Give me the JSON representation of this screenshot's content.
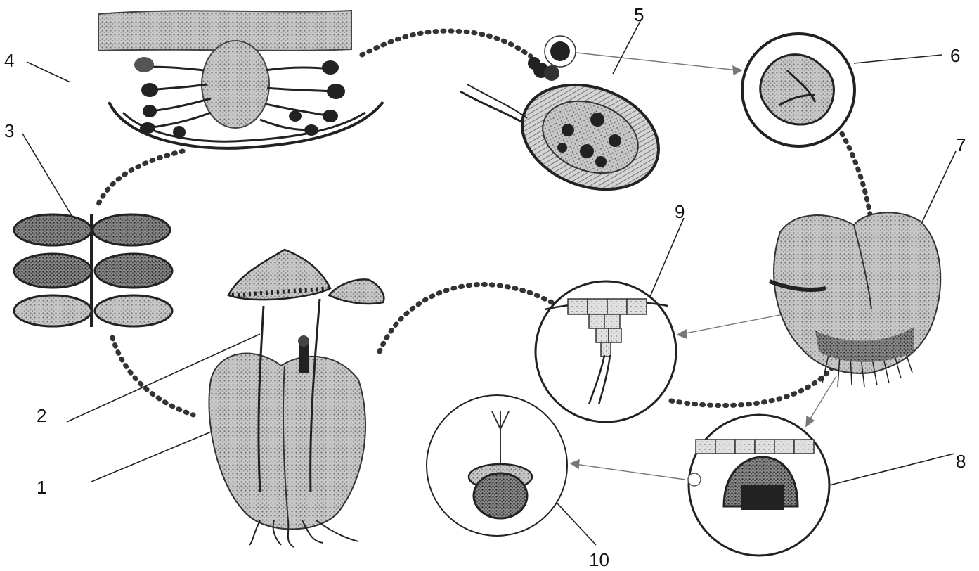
{
  "diagram": {
    "labels": {
      "l1": "1",
      "l2": "2",
      "l3": "3",
      "l4": "4",
      "l5": "5",
      "l6": "6",
      "l7": "7",
      "l8": "8",
      "l9": "9",
      "l10": "10"
    },
    "colors": {
      "ink": "#1a1a1a",
      "tissue": "#9a9a9a",
      "dots": "#333333"
    }
  }
}
